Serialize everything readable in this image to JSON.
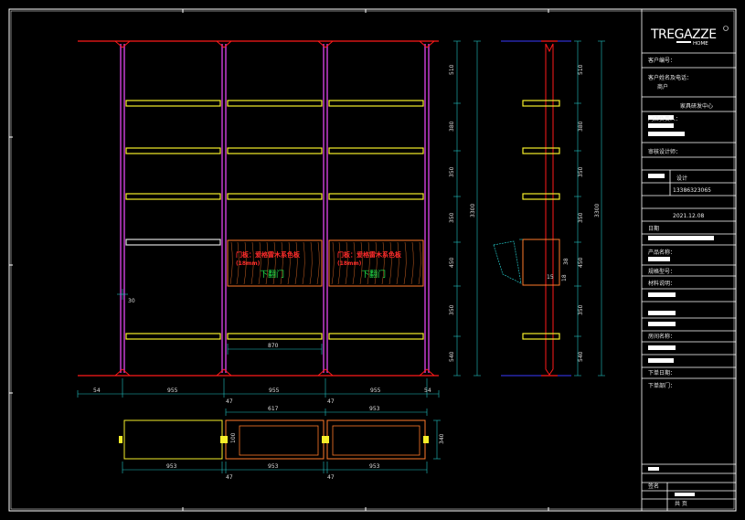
{
  "colors": {
    "background": "#000000",
    "border": "#ffffff",
    "floor_line": "#ff1a1a",
    "post": "#c43cd0",
    "shelf": "#f5ee2a",
    "dimension": "#22c3c3",
    "door_hatch": "#ff7a2a",
    "door_text_red": "#ff2b2b",
    "door_text_green": "#22e34a",
    "title_block": "#ffffff"
  },
  "logo": {
    "brand": "TREGAZZE",
    "tagline": "HOME"
  },
  "front_view": {
    "top_dims": [
      "510",
      "380",
      "350",
      "350",
      "450",
      "350",
      "540"
    ],
    "total_height": "3300",
    "left_dim": "30",
    "door_width_dim": "870",
    "bottom_dims": [
      "54",
      "955",
      "47",
      "955",
      "47",
      "955",
      "54"
    ],
    "doors": [
      {
        "note_line1": "门板：爱格雷木系色板",
        "note_line2": "(18mm)",
        "label": "下翻门"
      },
      {
        "note_line1": "门板：爱格雷木系色板",
        "note_line2": "(18mm)",
        "label": "下翻门"
      }
    ]
  },
  "side_view": {
    "dims": [
      "510",
      "380",
      "350",
      "350",
      "450",
      "350",
      "540"
    ],
    "total_height": "3300",
    "small_dims": [
      "15",
      "18",
      "38"
    ]
  },
  "plan_view": {
    "top_dims": [
      "617",
      "953"
    ],
    "side_dims": [
      "100",
      "340"
    ],
    "bottom_dims": [
      "953",
      "47",
      "953",
      "47",
      "953"
    ]
  },
  "title_block": {
    "rows": [
      "客户编号：",
      "客户姓名及电话：",
      "商户",
      "家具研发中心",
      "门店负责人：",
      "审核设计师：",
      "设计",
      "13386323065",
      "2021.12.08",
      "日期",
      "产品名称：",
      "规格型号：",
      "材料说明：",
      "房间名称：",
      "下单日期：",
      "下单部门：",
      "签名",
      "共 页"
    ]
  }
}
